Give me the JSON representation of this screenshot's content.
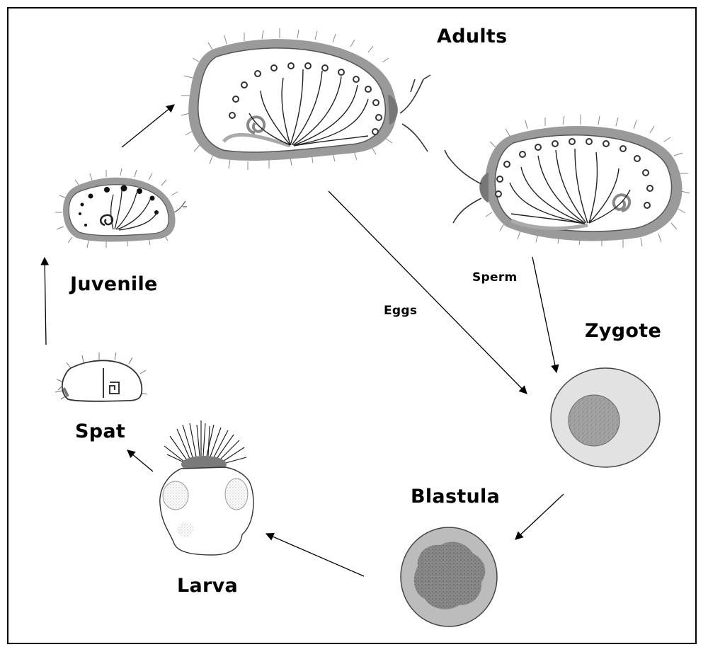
{
  "diagram": {
    "stages": {
      "adults": "Adults",
      "juvenile": "Juvenile",
      "spat": "Spat",
      "larva": "Larva",
      "blastula": "Blastula",
      "zygote": "Zygote"
    },
    "flow_labels": {
      "eggs": "Eggs",
      "sperm": "Sperm"
    },
    "colors": {
      "shell_rim": "#9a9a9a",
      "shell_inner": "#cfcfcf",
      "zygote_outer": "#e2e2e2",
      "zygote_nucleus": "#a8a8a8",
      "blastula_outer": "#bcbcbc",
      "blastula_inner": "#7c7c7c",
      "larva_band": "#7a7a7a"
    }
  }
}
